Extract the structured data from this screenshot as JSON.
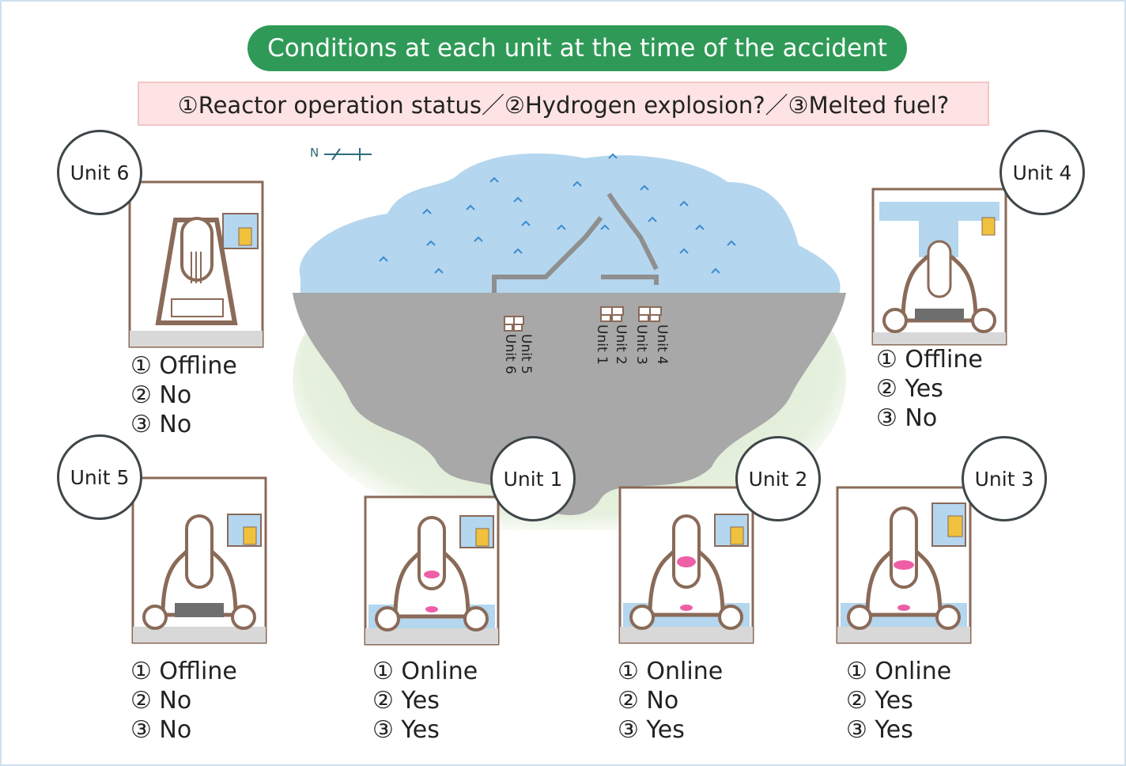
{
  "title": "Conditions at each unit at the time of the accident",
  "legend": "①Reactor operation status／②Hydrogen explosion?／③Melted fuel?",
  "compass": "N",
  "map_labels": [
    "Unit 6",
    "Unit 5",
    "Unit 1",
    "Unit 2",
    "Unit 3",
    "Unit 4"
  ],
  "units": [
    {
      "name": "Unit 6",
      "operation": "① Offline",
      "hydrogen": "② No",
      "melted": "③ No"
    },
    {
      "name": "Unit 4",
      "operation": "① Offline",
      "hydrogen": "② Yes",
      "melted": "③ No"
    },
    {
      "name": "Unit 5",
      "operation": "① Offline",
      "hydrogen": "② No",
      "melted": "③ No"
    },
    {
      "name": "Unit 1",
      "operation": "① Online",
      "hydrogen": "② Yes",
      "melted": "③ Yes"
    },
    {
      "name": "Unit 2",
      "operation": "① Online",
      "hydrogen": "② No",
      "melted": "③ Yes"
    },
    {
      "name": "Unit 3",
      "operation": "① Online",
      "hydrogen": "② Yes",
      "melted": "③ Yes"
    }
  ],
  "colors": {
    "green": "#2f9a57",
    "legend_bg": "#fde3e3",
    "water": "#b4d6ee",
    "land": "#a8a8a8",
    "grass": "#d9ead0",
    "wall": "#8a6a58",
    "fuel": "#ee5fa7"
  }
}
